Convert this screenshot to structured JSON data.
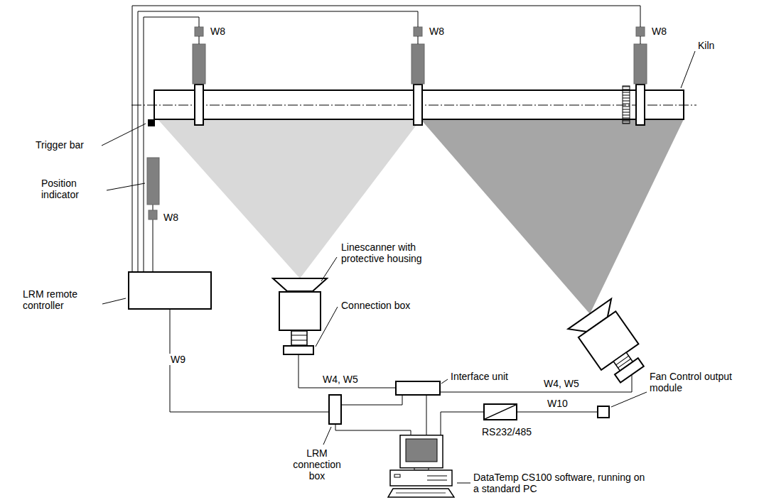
{
  "diagram": {
    "nodes": [
      {
        "text": [
          "Kiln"
        ]
      },
      {
        "text": [
          "LRM remote controller"
        ]
      },
      {
        "text": [
          "Linescanner with protective housing"
        ]
      },
      {
        "text": [
          "Connection box"
        ]
      },
      {
        "text": [
          "LRM connection box"
        ]
      },
      {
        "text": [
          "Interface unit"
        ]
      },
      {
        "text": [
          "RS232/485"
        ]
      },
      {
        "text": [
          "Fan Control output module"
        ]
      },
      {
        "text": [
          "DataTemp CS100 software, running on a standard PC"
        ]
      }
    ],
    "edges": [
      {
        "from": 1,
        "to": 4,
        "arrow": "none",
        "label": "W9"
      },
      {
        "from": 3,
        "to": 5,
        "arrow": "none",
        "label": "W4, W5"
      },
      {
        "from": 4,
        "to": 5,
        "arrow": "none"
      },
      {
        "from": 4,
        "to": 8,
        "arrow": "none"
      },
      {
        "from": 5,
        "to": 8,
        "arrow": "none"
      },
      {
        "from": 8,
        "to": 6,
        "arrow": "none"
      },
      {
        "from": 6,
        "to": 7,
        "arrow": "none",
        "label": "W10"
      }
    ],
    "labels": [
      "W8",
      "W8",
      "W8",
      "W8",
      "W4, W5",
      "Trigger bar",
      "Position indicator"
    ]
  }
}
